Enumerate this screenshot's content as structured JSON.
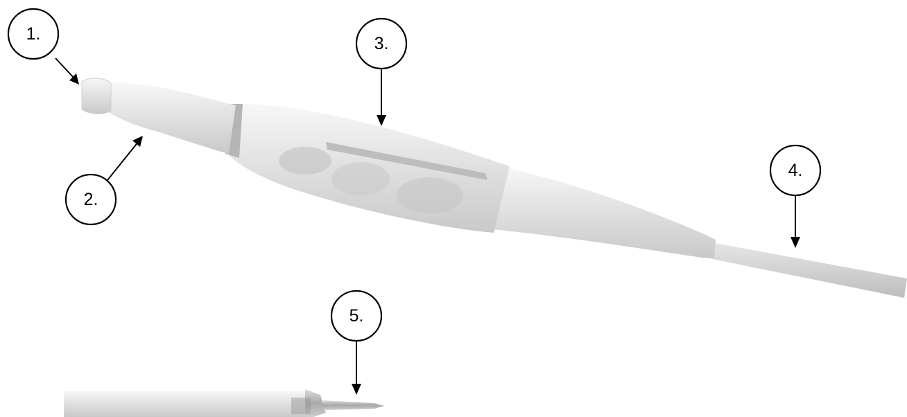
{
  "figure": {
    "callouts": [
      {
        "id": "1",
        "label": "1."
      },
      {
        "id": "2",
        "label": "2."
      },
      {
        "id": "3",
        "label": "3."
      },
      {
        "id": "4",
        "label": "4."
      },
      {
        "id": "5",
        "label": "5."
      }
    ],
    "colors": {
      "line": "#000000",
      "body_light": "#eeeeee",
      "body_mid": "#d9d9d9",
      "body_dark": "#b8b8b8",
      "shadow": "#9a9a9a"
    }
  }
}
